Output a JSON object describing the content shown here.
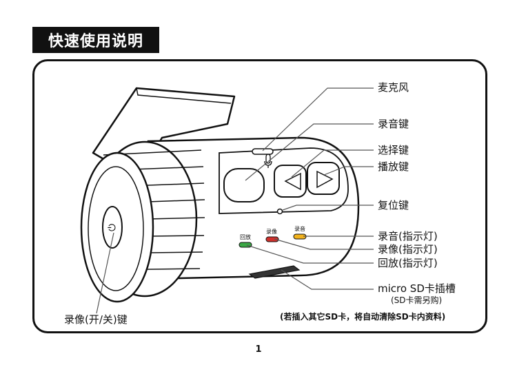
{
  "header": {
    "title": "快速使用说明"
  },
  "callouts": {
    "mic": "麦克风",
    "record_key": "录音键",
    "select_key": "选择键",
    "play_key": "播放键",
    "reset_key": "复位键",
    "audio_led": "录音(指示灯)",
    "video_led": "录像(指示灯)",
    "playback_led": "回放(指示灯)",
    "sd_slot": "micro SD卡插槽",
    "sd_note": "(SD卡需另购)",
    "power_key": "录像(开/关)键"
  },
  "led_labels": {
    "playback": "回放",
    "video": "录像",
    "audio": "录音"
  },
  "led_colors": {
    "playback": "#3aa845",
    "video": "#d0302b",
    "audio": "#f2b21c"
  },
  "footnote": "(若插入其它SD卡，将自动清除SD卡内资料)",
  "page_number": "1"
}
